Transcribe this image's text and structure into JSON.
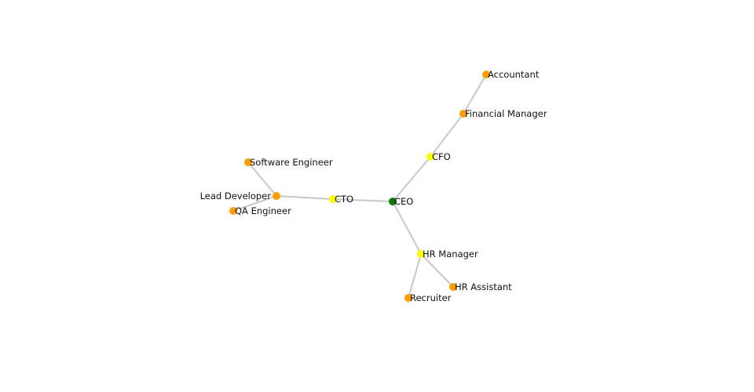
{
  "colors": {
    "root": "#0a7a0a",
    "manager": "#ffff00",
    "staff": "#ff9d00",
    "edge": "#c8c8c8"
  },
  "nodes": [
    {
      "id": "CEO",
      "label": "CEO",
      "level": "root"
    },
    {
      "id": "CTO",
      "label": "CTO",
      "level": "manager"
    },
    {
      "id": "CFO",
      "label": "CFO",
      "level": "manager"
    },
    {
      "id": "HR Manager",
      "label": "HR Manager",
      "level": "manager"
    },
    {
      "id": "Lead Developer",
      "label": "Lead Developer",
      "level": "staff"
    },
    {
      "id": "Software Engineer",
      "label": "Software Engineer",
      "level": "staff"
    },
    {
      "id": "QA Engineer",
      "label": "QA Engineer",
      "level": "staff"
    },
    {
      "id": "Financial Manager",
      "label": "Financial Manager",
      "level": "staff"
    },
    {
      "id": "Accountant",
      "label": "Accountant",
      "level": "staff"
    },
    {
      "id": "HR Assistant",
      "label": "HR Assistant",
      "level": "staff"
    },
    {
      "id": "Recruiter",
      "label": "Recruiter",
      "level": "staff"
    }
  ],
  "edges": [
    {
      "source": "CEO",
      "target": "CTO"
    },
    {
      "source": "CEO",
      "target": "CFO"
    },
    {
      "source": "CEO",
      "target": "HR Manager"
    },
    {
      "source": "CTO",
      "target": "Lead Developer"
    },
    {
      "source": "Lead Developer",
      "target": "Software Engineer"
    },
    {
      "source": "Lead Developer",
      "target": "QA Engineer"
    },
    {
      "source": "CFO",
      "target": "Financial Manager"
    },
    {
      "source": "Financial Manager",
      "target": "Accountant"
    },
    {
      "source": "HR Manager",
      "target": "HR Assistant"
    },
    {
      "source": "HR Manager",
      "target": "Recruiter"
    }
  ]
}
